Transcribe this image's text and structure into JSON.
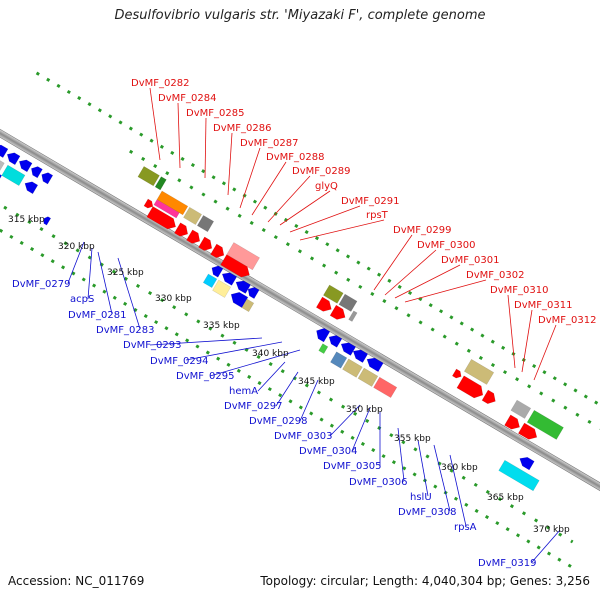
{
  "title": "Desulfovibrio vulgaris str. 'Miyazaki F', complete genome",
  "footer": {
    "accession": "Accession: NC_011769",
    "topology": "Topology: circular; Length: 4,040,304 bp; Genes: 3,256"
  },
  "colors": {
    "backbone": "#9a9a9a",
    "dots": "#2a9a2a",
    "forward_label": "#e01010",
    "reverse_label": "#1010d0",
    "forward_gene": "#ff0000",
    "reverse_gene": "#0000ee"
  },
  "kbp_labels": [
    "315 kbp",
    "320 kbp",
    "325 kbp",
    "330 kbp",
    "335 kbp",
    "340 kbp",
    "345 kbp",
    "350 kbp",
    "355 kbp",
    "360 kbp",
    "365 kbp",
    "370 kbp"
  ],
  "forward_labels": [
    "DvMF_0282",
    "DvMF_0284",
    "DvMF_0285",
    "DvMF_0286",
    "DvMF_0287",
    "DvMF_0288",
    "DvMF_0289",
    "glyQ",
    "DvMF_0291",
    "rpsT",
    "DvMF_0299",
    "DvMF_0300",
    "DvMF_0301",
    "DvMF_0302",
    "DvMF_0310",
    "DvMF_0311",
    "DvMF_0312"
  ],
  "reverse_labels": [
    "DvMF_0279",
    "acpS",
    "DvMF_0281",
    "DvMF_0283",
    "DvMF_0293",
    "DvMF_0294",
    "DvMF_0295",
    "hemA",
    "DvMF_0297",
    "DvMF_0298",
    "DvMF_0303",
    "DvMF_0304",
    "DvMF_0305",
    "DvMF_0306",
    "hslU",
    "DvMF_0308",
    "rpsA",
    "DvMF_0319"
  ]
}
